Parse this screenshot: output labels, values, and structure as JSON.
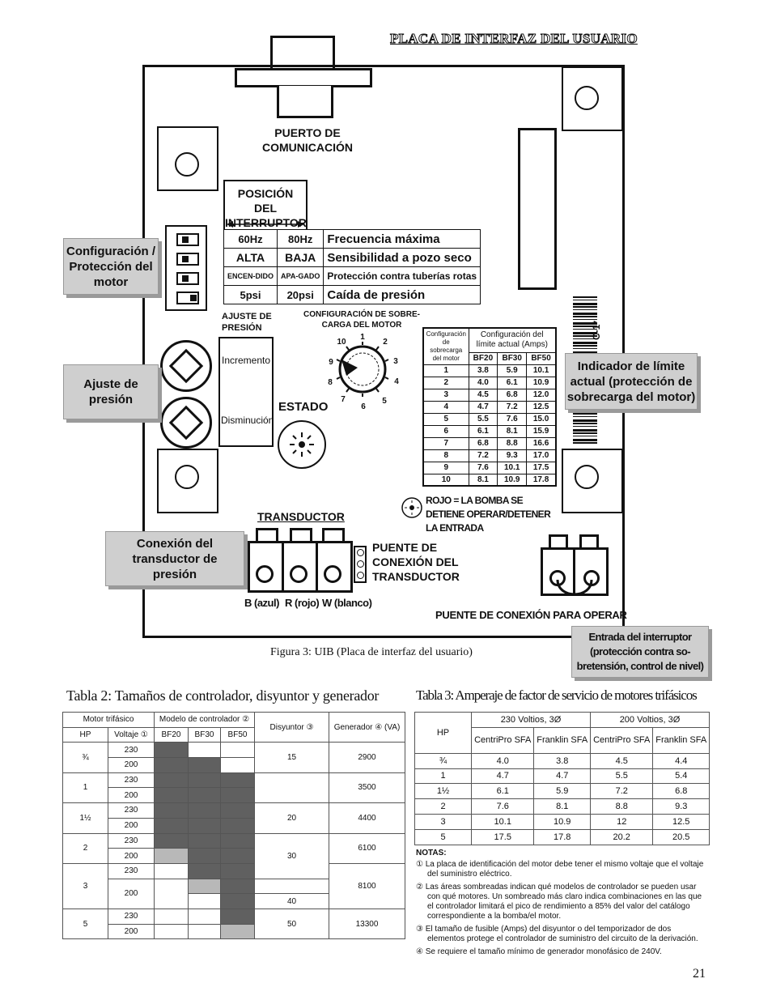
{
  "page_title": "PLACA DE INTERFAZ DEL USUARIO",
  "board": {
    "comm_port": "PUERTO DE COMUNICACIÓN",
    "switch_position": "POSICIÓN DEL INTERRUPTOR",
    "switch_rows": [
      {
        "a": "60Hz",
        "b": "80Hz",
        "desc": "Frecuencia máxima"
      },
      {
        "a": "ALTA",
        "b": "BAJA",
        "desc": "Sensibilidad a pozo seco"
      },
      {
        "a": "ENCEN-DIDO",
        "b": "APA-GADO",
        "desc": "Protección contra tuberías rotas"
      },
      {
        "a": "5psi",
        "b": "20psi",
        "desc": "Caída de presión"
      }
    ],
    "pressure_adjust": "AJUSTE DE PRESIÓN",
    "increase": "Incremento",
    "decrease": "Disminución",
    "overload_config": "CONFIGURACIÓN DE SOBRE-CARGA DEL MOTOR",
    "status": "ESTADO",
    "dial_numbers": [
      "1",
      "2",
      "3",
      "4",
      "5",
      "6",
      "7",
      "8",
      "9",
      "10"
    ],
    "label_code": "C-1*",
    "transducer": "TRANSDUCTOR",
    "transducer_jumper": "PUENTE DE CONEXIÓN DEL TRANSDUCTOR",
    "wires": [
      "B (azul)",
      "R (rojo)",
      "W (blanco)"
    ],
    "run_jumper": "PUENTE DE CONEXIÓN PARA OPERAR",
    "red_note": "ROJO = LA BOMBA SE DETIENE OPERAR/DETENER LA ENTRADA"
  },
  "overload_table": {
    "h1": "Configuración de sobrecarga del motor",
    "h2": "Configuración del límite actual (Amps)",
    "cols": [
      "BF20",
      "BF30",
      "BF50"
    ],
    "rows": [
      [
        "1",
        "3.8",
        "5.9",
        "10.1"
      ],
      [
        "2",
        "4.0",
        "6.1",
        "10.9"
      ],
      [
        "3",
        "4.5",
        "6.8",
        "12.0"
      ],
      [
        "4",
        "4.7",
        "7.2",
        "12.5"
      ],
      [
        "5",
        "5.5",
        "7.6",
        "15.0"
      ],
      [
        "6",
        "6.1",
        "8.1",
        "15.9"
      ],
      [
        "7",
        "6.8",
        "8.8",
        "16.6"
      ],
      [
        "8",
        "7.2",
        "9.3",
        "17.0"
      ],
      [
        "9",
        "7.6",
        "10.1",
        "17.5"
      ],
      [
        "10",
        "8.1",
        "10.9",
        "17.8"
      ]
    ]
  },
  "callouts": {
    "motor_config": "Configuración / Protección del motor",
    "pressure_adjust": "Ajuste de presión",
    "transducer_conn": "Conexión del transductor de presión",
    "current_limit": "Indicador de límite actual (protección de sobrecarga del motor)",
    "switch_input": "Entrada del interruptor (protección contra so-bretensión, control de nivel)"
  },
  "figure_caption": "Figura 3: UIB (Placa de interfaz del usuario)",
  "table2": {
    "title": "Tabla 2: Tamaños de controlador, disyuntor y generador",
    "h_motor": "Motor trifásico",
    "h_model": "Modelo de controlador ②",
    "h_breaker": "Disyuntor ③",
    "h_gen": "Generador ④ (VA)",
    "h_hp": "HP",
    "h_volt": "Voltaje ①",
    "h_bf20": "BF20",
    "h_bf30": "BF30",
    "h_bf50": "BF50",
    "hp": [
      "¾",
      "1",
      "1½",
      "2",
      "3",
      "5"
    ],
    "volts": [
      "230",
      "200",
      "230",
      "200",
      "230",
      "200",
      "230",
      "200",
      "230",
      "200",
      "230",
      "200"
    ],
    "breakers": [
      "15",
      "20",
      "30",
      "40",
      "50"
    ],
    "generators": [
      "2900",
      "3500",
      "4400",
      "6100",
      "8100",
      "13300"
    ]
  },
  "table3": {
    "title": "Tabla 3: Amperaje de factor de servicio de motores trifásicos",
    "h_hp": "HP",
    "g1": "230 Voltios, 3Ø",
    "g2": "200 Voltios, 3Ø",
    "sub": [
      "CentriPro SFA",
      "Franklin SFA",
      "CentriPro SFA",
      "Franklin SFA"
    ],
    "rows": [
      [
        "¾",
        "4.0",
        "3.8",
        "4.5",
        "4.4"
      ],
      [
        "1",
        "4.7",
        "4.7",
        "5.5",
        "5.4"
      ],
      [
        "1½",
        "6.1",
        "5.9",
        "7.2",
        "6.8"
      ],
      [
        "2",
        "7.6",
        "8.1",
        "8.8",
        "9.3"
      ],
      [
        "3",
        "10.1",
        "10.9",
        "12",
        "12.5"
      ],
      [
        "5",
        "17.5",
        "17.8",
        "20.2",
        "20.5"
      ]
    ]
  },
  "notes": {
    "title": "NOTAS:",
    "items": [
      "① La placa de identificación del motor debe tener el mismo voltaje que el voltaje del suministro eléctrico.",
      "② Las áreas sombreadas indican qué modelos de controlador se pueden usar con qué motores. Un sombreado más claro indica combinaciones en las que el controlador limitará el pico de rendimiento a 85% del valor del catálogo correspondiente a la bomba/el motor.",
      "③ El tamaño de fusible (Amps) del disyuntor o del temporizador de dos elementos protege el controlador de suministro del circuito de la derivación.",
      "④ Se requiere el tamaño mínimo de generador monofásico de 240V."
    ]
  },
  "page_number": "21"
}
